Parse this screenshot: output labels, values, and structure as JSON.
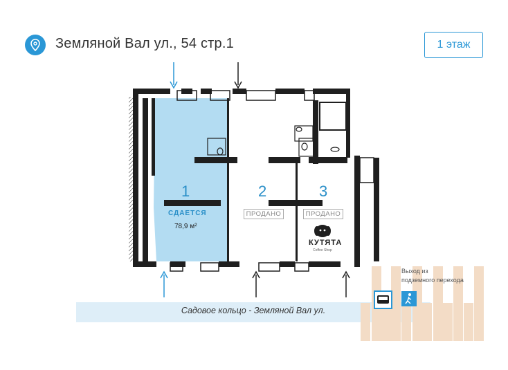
{
  "header": {
    "address": "Земляной Вал ул., 54 стр.1",
    "floor_button": "1 этаж",
    "pin_icon": "location-pin-icon"
  },
  "units": [
    {
      "number": "1",
      "status": "СДАЕТСЯ",
      "area": "78,9 м²"
    },
    {
      "number": "2",
      "status": "ПРОДАНО"
    },
    {
      "number": "3",
      "status": "ПРОДАНО"
    }
  ],
  "tenant_logo": {
    "name": "КУТЯТА",
    "subtitle": "Coffee Shop"
  },
  "street": "Садовое кольцо - Земляной Вал ул.",
  "metro": {
    "line1": "Выход из",
    "line2": "подземного перехода"
  },
  "colors": {
    "accent": "#2a97d6",
    "available_unit": "#b3dcf2",
    "road_strip": "#deeef8",
    "crosswalk": "#f3dcc6",
    "wall": "#1f1f1f"
  }
}
